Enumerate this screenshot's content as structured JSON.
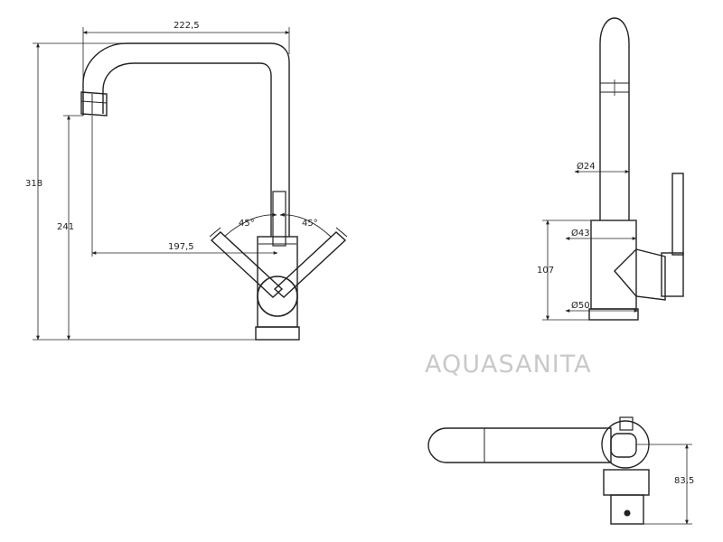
{
  "watermark": "AQUASANITA",
  "front_view": {
    "overall_width": "222,5",
    "overall_height": "318",
    "spout_height": "241",
    "spout_reach": "197,5",
    "lever_angle_left": "45°",
    "lever_angle_right": "45°"
  },
  "side_view": {
    "spout_diameter": "Ø24",
    "body_diameter_top": "Ø43",
    "body_height": "107",
    "base_diameter": "Ø50"
  },
  "top_view": {
    "base_depth": "83,5"
  },
  "colors": {
    "line": "#222222",
    "watermark": "#c9c9c9"
  }
}
